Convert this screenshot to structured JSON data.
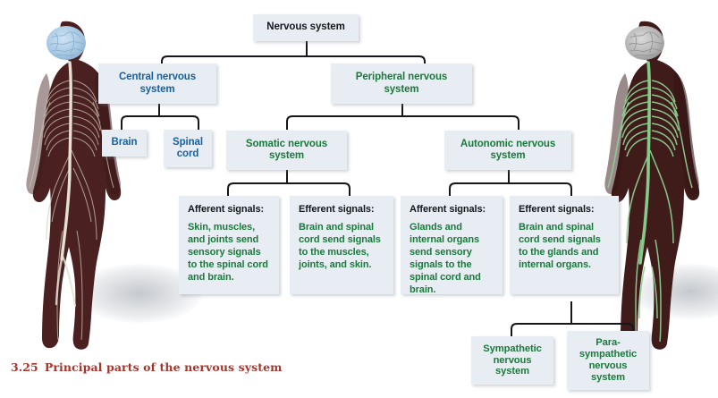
{
  "figure": {
    "caption_number": "3.25",
    "caption_text": "Principal parts of the nervous system",
    "caption_color": "#a8352c"
  },
  "colors": {
    "box_fill": "#e7edf3",
    "blue_text": "#18609e",
    "green_text": "#1a7a3c",
    "dark_text": "#16181c",
    "connector": "#15171a",
    "body_fill": "#45201f",
    "brain_left": "#a9c9e2",
    "brain_right": "#b9b9b9",
    "nerve_left": "#d8d2c6",
    "nerve_right": "#8fcf92"
  },
  "illustrations": {
    "left": {
      "name": "central-nervous-system-figure",
      "brain_label": "brain",
      "highlight": "brain-and-spinal-cord"
    },
    "right": {
      "name": "peripheral-nervous-system-figure",
      "brain_label": "brain",
      "highlight": "peripheral-nerves"
    }
  },
  "nodes": {
    "root": "Nervous system",
    "central": "Central nervous system",
    "peripheral": "Peripheral nervous system",
    "brain": "Brain",
    "spinal_cord": "Spinal cord",
    "somatic": "Somatic nervous system",
    "autonomic": "Autonomic nervous system",
    "sympathetic": "Sympathetic nervous system",
    "parasympathetic": "Para- sympathetic nervous system"
  },
  "details": [
    {
      "id": "somatic-afferent",
      "heading": "Afferent signals:",
      "body": "Skin, muscles, and joints send sensory signals to the spinal cord and brain."
    },
    {
      "id": "somatic-efferent",
      "heading": "Efferent signals:",
      "body": "Brain and spinal cord send signals to the muscles, joints, and skin."
    },
    {
      "id": "autonomic-afferent",
      "heading": "Afferent signals:",
      "body": "Glands and internal organs send sensory signals to the spinal cord and brain."
    },
    {
      "id": "autonomic-efferent",
      "heading": "Efferent signals:",
      "body": "Brain and spinal cord send signals to the glands and internal organs."
    }
  ],
  "node_lines": {
    "central": [
      "Central nervous",
      "system"
    ],
    "peripheral": [
      "Peripheral nervous",
      "system"
    ],
    "spinal_cord": [
      "Spinal",
      "cord"
    ],
    "somatic": [
      "Somatic nervous",
      "system"
    ],
    "autonomic": [
      "Autonomic nervous",
      "system"
    ],
    "sympathetic": [
      "Sympathetic",
      "nervous",
      "system"
    ],
    "parasympathetic": [
      "Para-",
      "sympathetic",
      "nervous",
      "system"
    ]
  }
}
